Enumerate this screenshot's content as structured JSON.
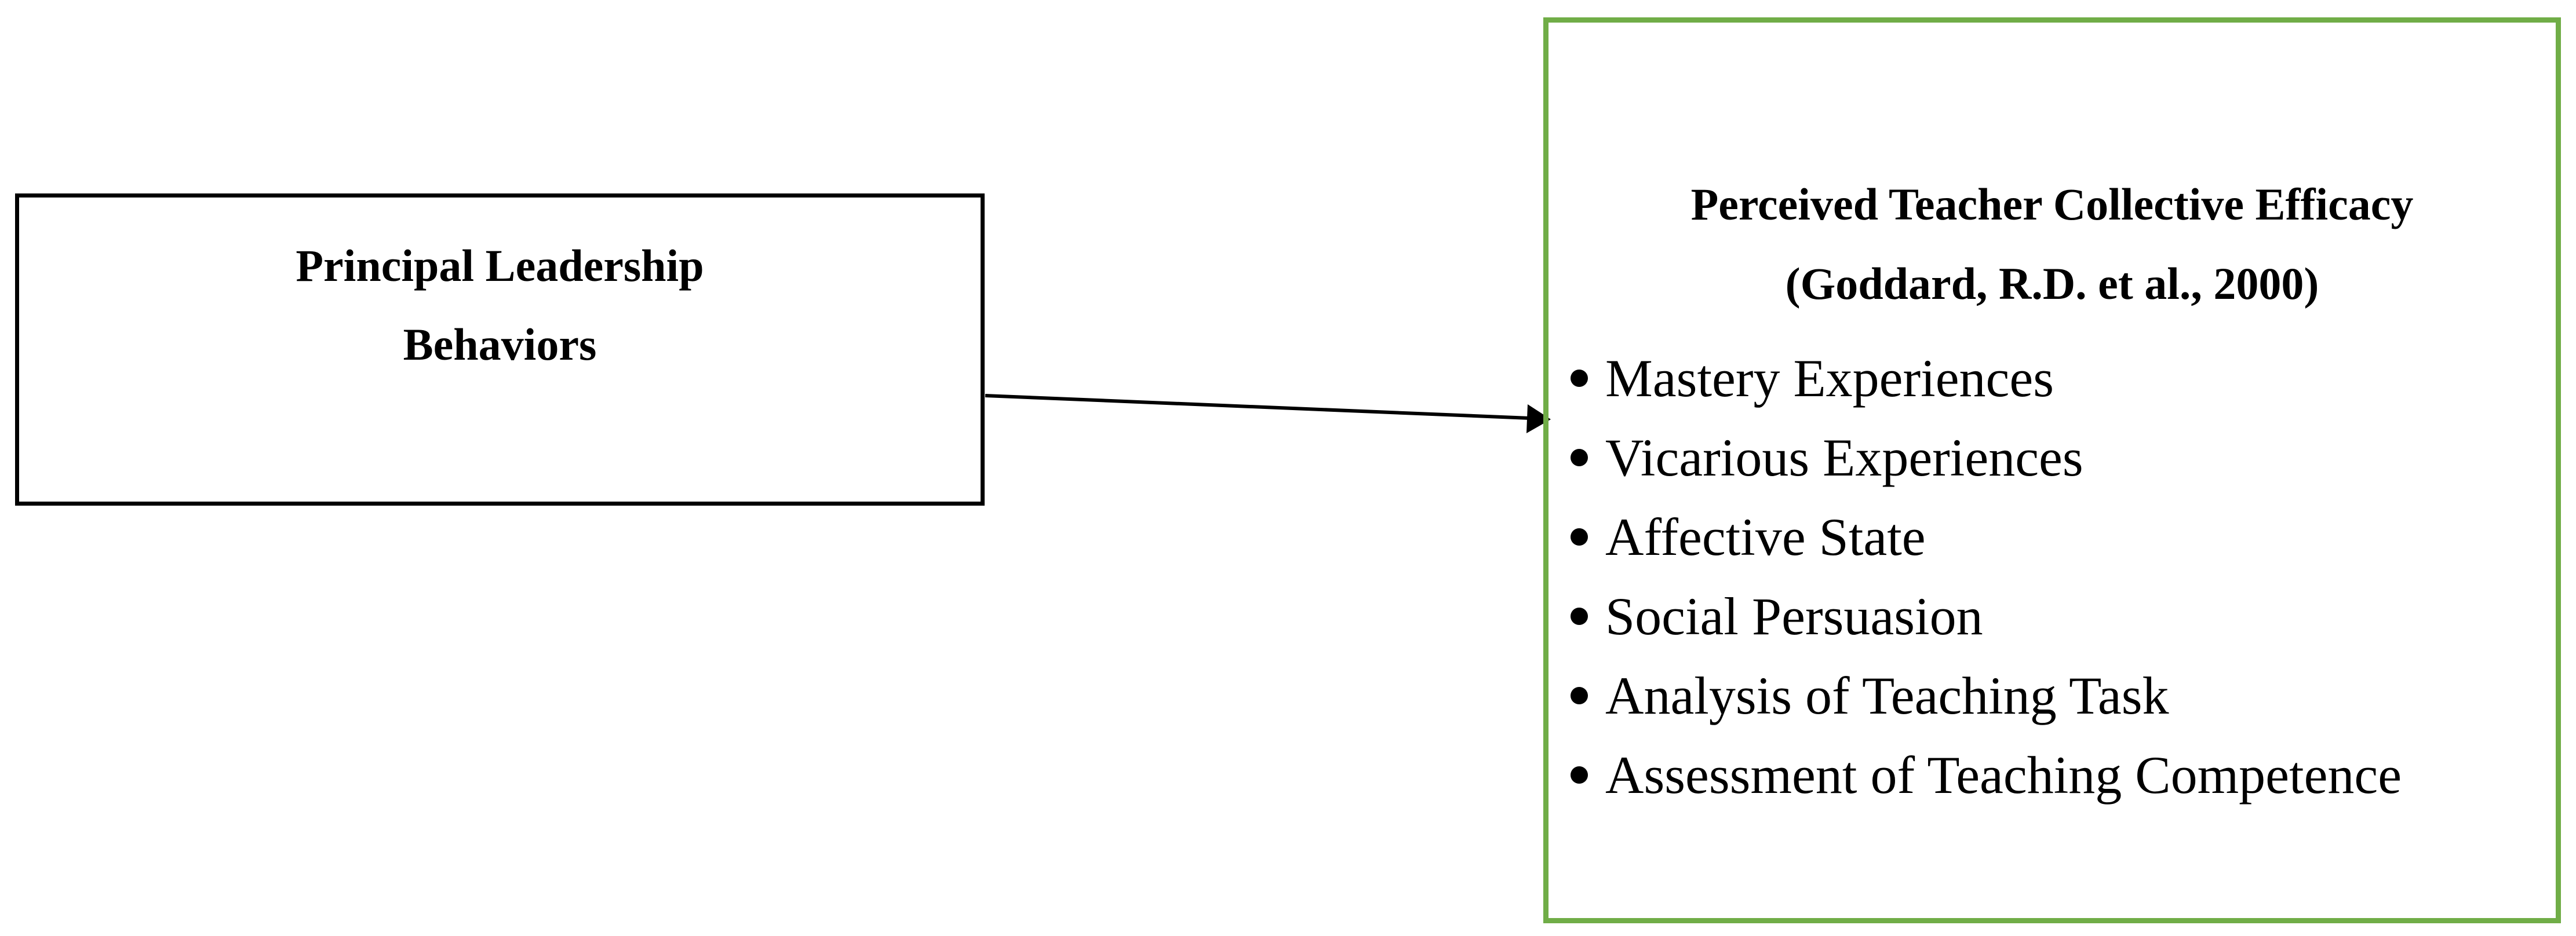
{
  "left_box": {
    "line1": "Principal Leadership",
    "line2": "Behaviors"
  },
  "right_box": {
    "title_line1": "Perceived Teacher Collective Efficacy",
    "title_line2": "(Goddard, R.D. et al., 2000)",
    "items": [
      "Mastery Experiences",
      "Vicarious Experiences",
      "Affective State",
      "Social Persuasion",
      "Analysis of Teaching Task",
      "Assessment of Teaching Competence"
    ]
  },
  "colors": {
    "right_border": "#70ad47",
    "left_border": "#000000",
    "arrow": "#000000"
  },
  "icons": {
    "bullet": "filled-circle"
  }
}
